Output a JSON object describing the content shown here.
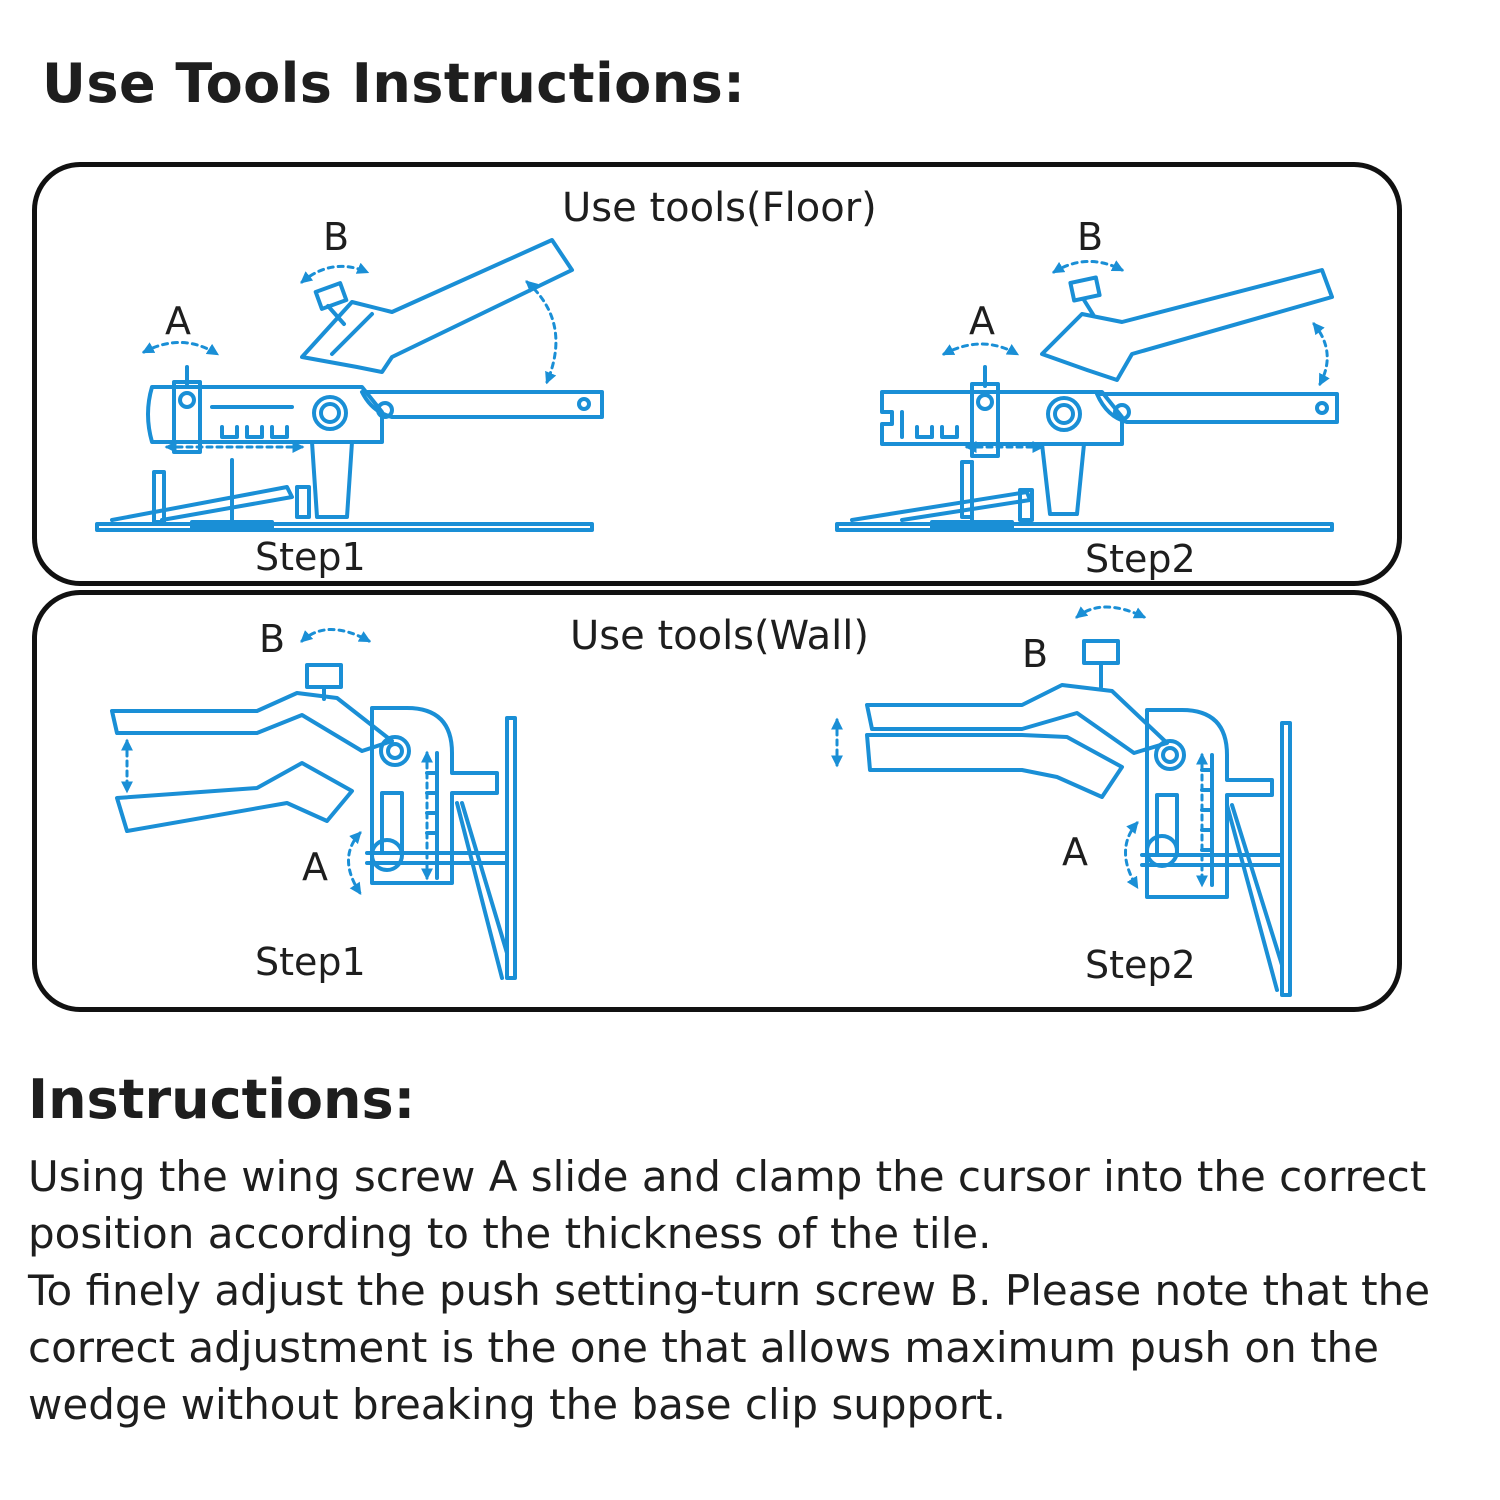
{
  "title": "Use Tools Instructions:",
  "floor": {
    "title": "Use tools(Floor)",
    "step1": {
      "label": "Step1",
      "screw_a": "A",
      "screw_b": "B"
    },
    "step2": {
      "label": "Step2",
      "screw_a": "A",
      "screw_b": "B"
    }
  },
  "wall": {
    "title": "Use tools(Wall)",
    "step1": {
      "label": "Step1",
      "screw_a": "A",
      "screw_b": "B"
    },
    "step2": {
      "label": "Step2",
      "screw_a": "A",
      "screw_b": "B"
    }
  },
  "instructions": {
    "heading": "Instructions:",
    "paragraphs": [
      "Using the wing screw A slide and clamp the cursor into the correct position according to the thickness of the tile.",
      "To finely adjust the push setting-turn screw B. Please note that the correct adjustment is the one that allows maximum push on the wedge without breaking the base clip support."
    ]
  },
  "colors": {
    "line_art": "#1a8fd6",
    "frame": "#111111",
    "text": "#1e1e1e"
  }
}
